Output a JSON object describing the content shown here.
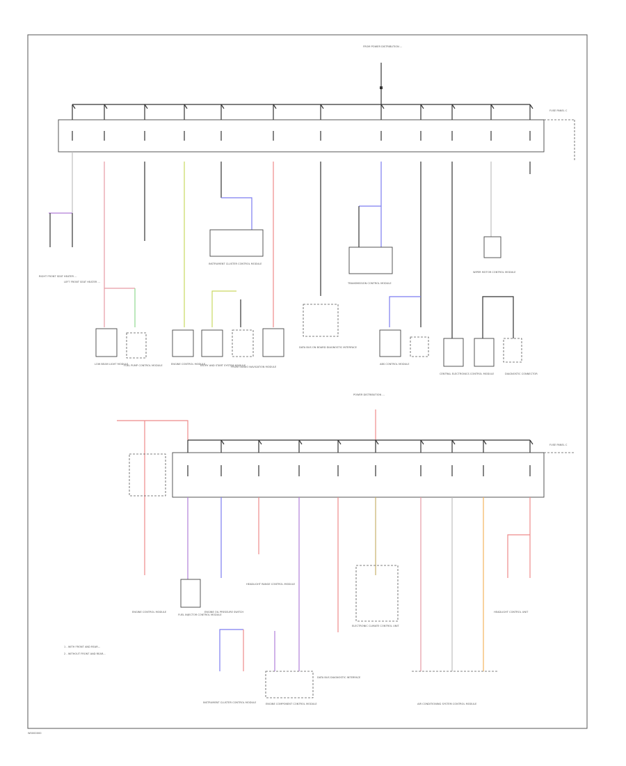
{
  "diagram": {
    "footer_code": "W0000000",
    "legend": {
      "items": [
        "1 - WITH FRONT AND REAR...",
        "2 - WITHOUT FRONT AND REAR..."
      ]
    },
    "top_source_label": "FROM POWER DISTRIBUTION ...",
    "mid_source_label": "POWER DISTRIBUTION ...",
    "fuse_panel_top_label": "FUSE PANEL C",
    "fuse_panel_bottom_label": "FUSE PANEL C",
    "top_components": [
      "RIGHT FRONT SEAT HEATER ...",
      "LEFT FRONT SEAT HEATER ...",
      "LOW BEAM LIGHT MODULE",
      "FUEL PUMP CONTROL MODULE",
      "ENGINE CONTROL MODULE",
      "ENTRY AND START SYSTEM MODULE",
      "FRONT AUDIO NAVIGATION MODULE",
      "DATA BUS ON BOARD DIAGNOSTIC INTERFACE",
      "INSTRUMENT CLUSTER CONTROL MODULE",
      "TRANSMISSION CONTROL MODULE",
      "ABS CONTROL MODULE",
      "CENTRAL ELECTRONICS CONTROL MODULE",
      "WIPER MOTOR CONTROL MODULE",
      "DIAGNOSTIC CONNECTOR"
    ],
    "bottom_components": [
      "ENGINE CONTROL MODULE",
      "FUEL INJECTOR CONTROL MODULE",
      "ENGINE OIL PRESSURE SWITCH",
      "HEADLIGHT RANGE CONTROL MODULE",
      "ENGINE COMPONENT CONTROL MODULE",
      "INSTRUMENT CLUSTER CONTROL MODULE",
      "DATA BUS DIAGNOSTIC INTERFACE",
      "ELECTRONIC CLIMATE CONTROL UNIT",
      "HEADLIGHT CONTROL UNIT",
      "AIR CONDITIONING SYSTEM CONTROL MODULE"
    ]
  }
}
